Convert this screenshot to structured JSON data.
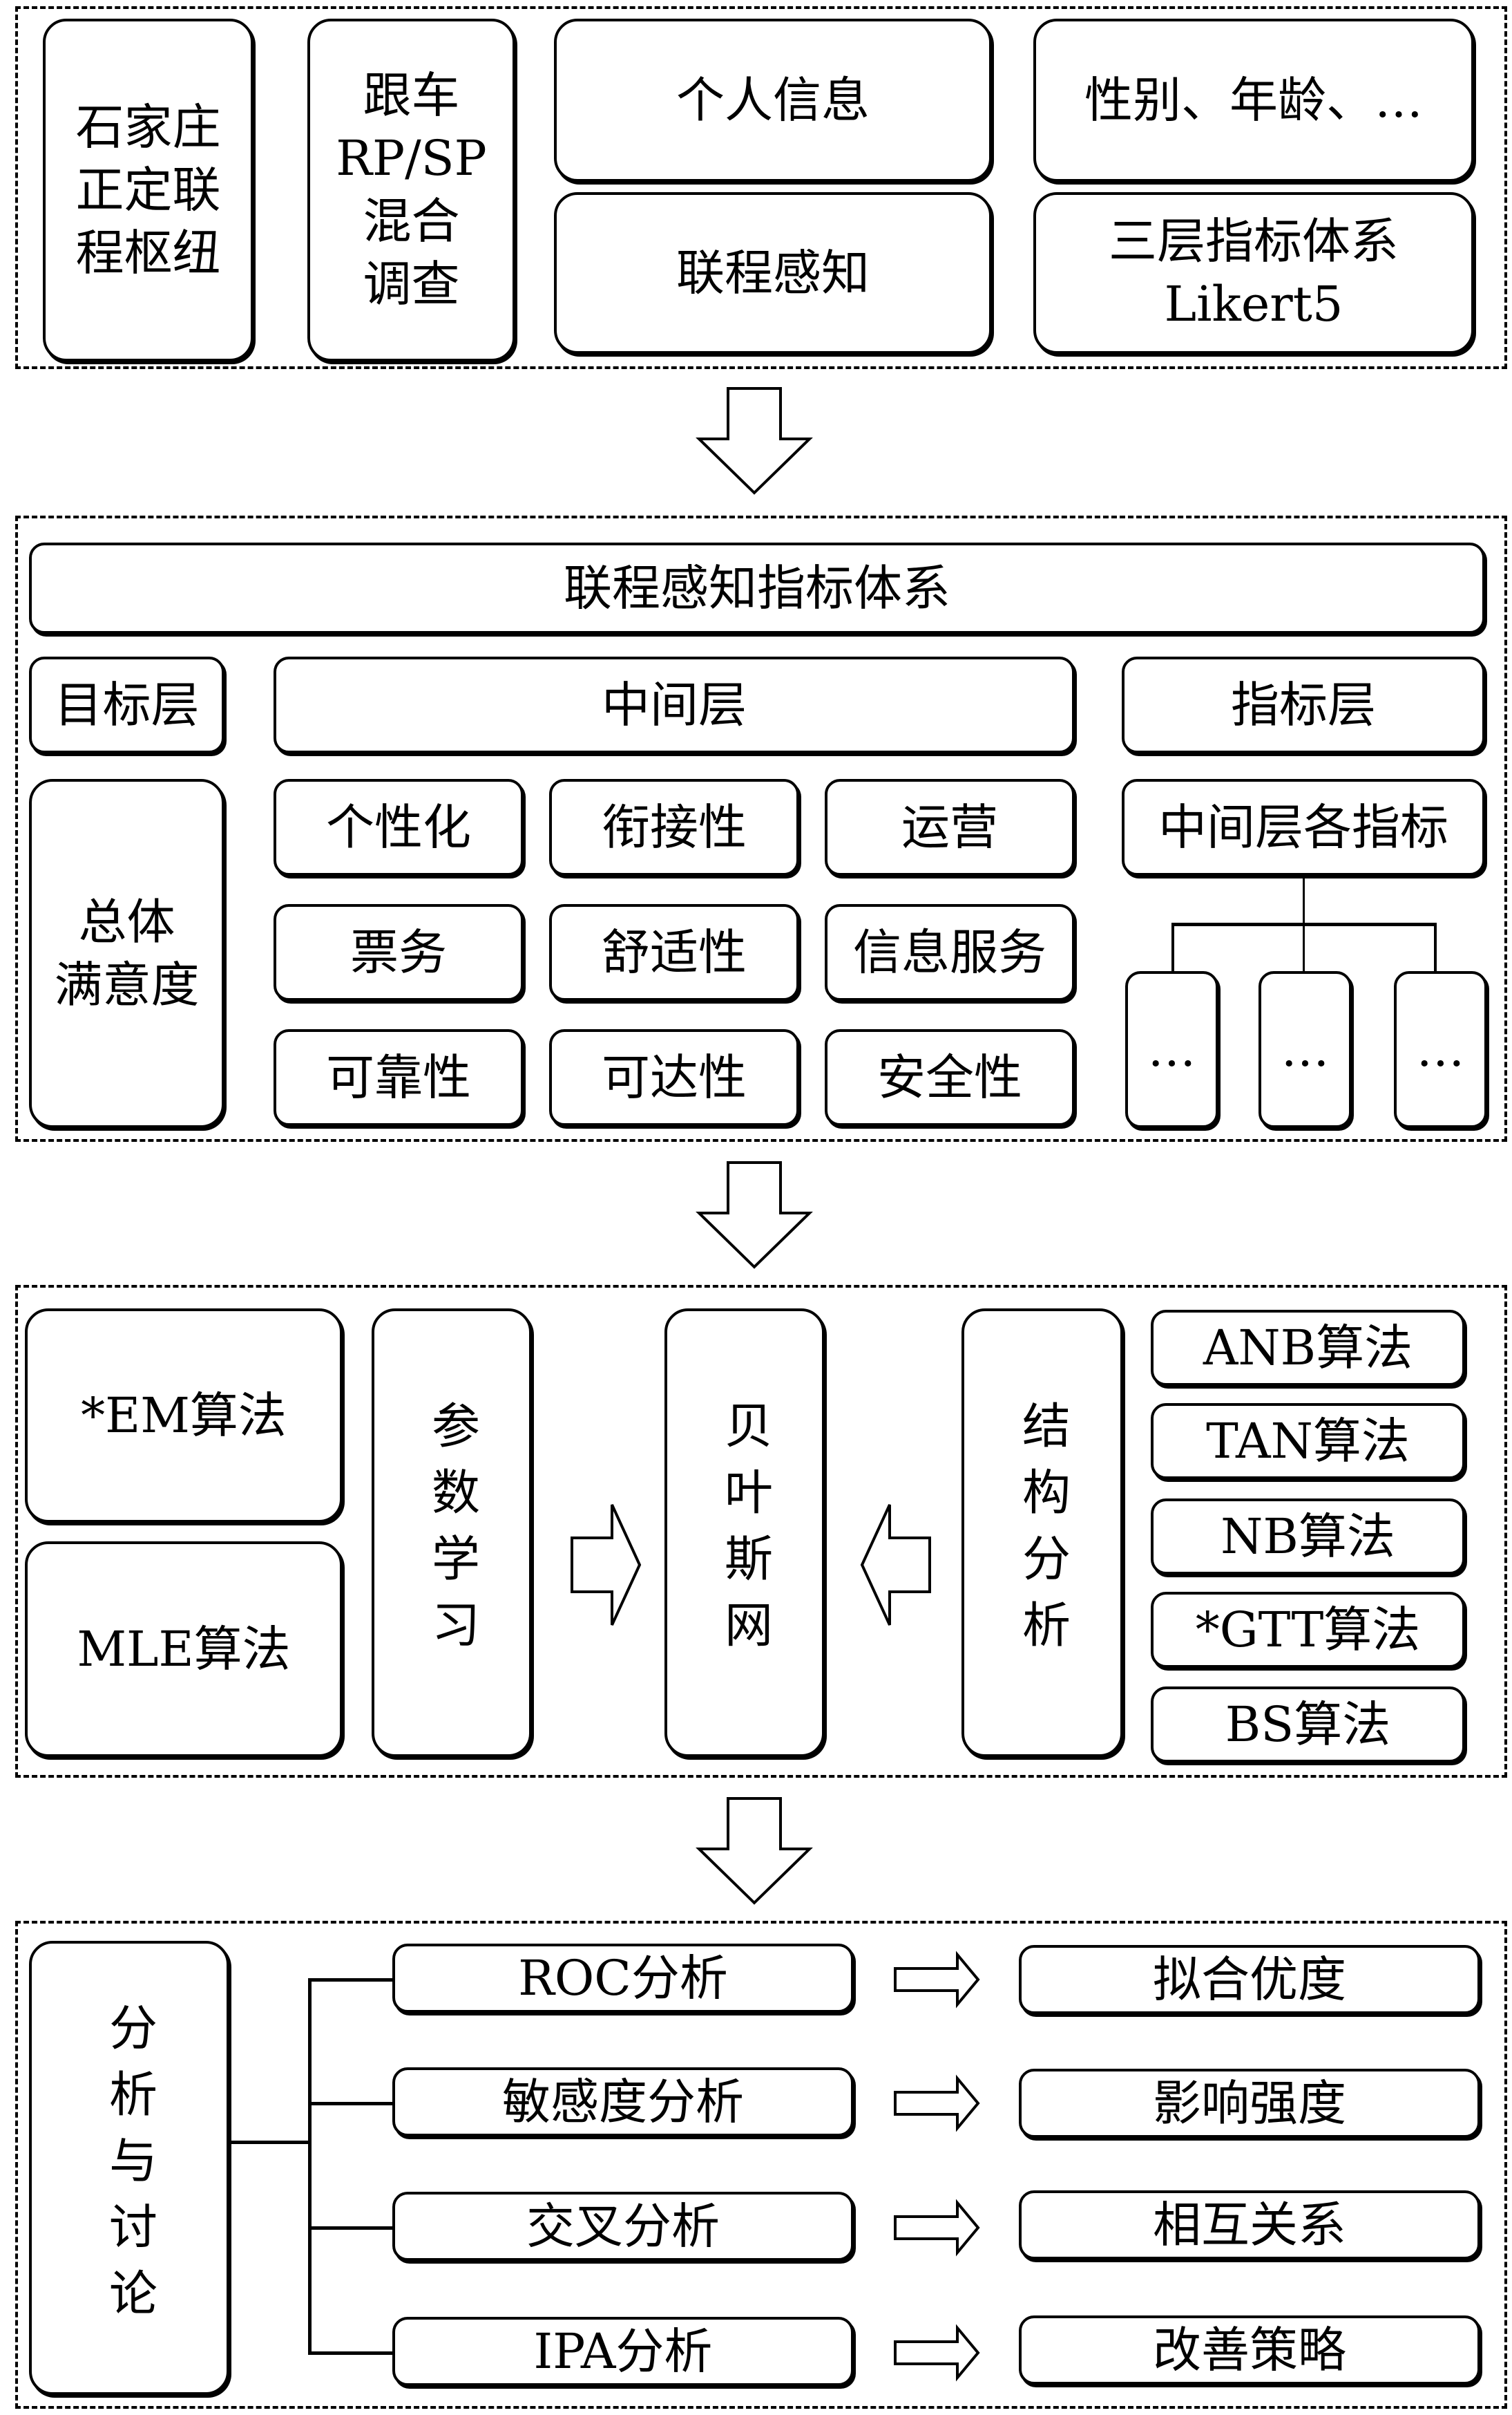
{
  "panel_survey": {
    "hub": [
      "石家庄",
      "正定联",
      "程枢纽"
    ],
    "method": [
      "跟车",
      "RP/SP",
      "混合",
      "调查"
    ],
    "personal_info": "个人信息",
    "personal_detail": "性别、年龄、…",
    "perception": "联程感知",
    "perception_detail": [
      "三层指标体系",
      "Likert5"
    ]
  },
  "panel_index": {
    "title": "联程感知指标体系",
    "goal_layer": "目标层",
    "middle_layer": "中间层",
    "indicator_layer": "指标层",
    "goal": [
      "总体",
      "满意度"
    ],
    "middle_items": [
      "个性化",
      "衔接性",
      "运营",
      "票务",
      "舒适性",
      "信息服务",
      "可靠性",
      "可达性",
      "安全性"
    ],
    "indicator_root": "中间层各指标",
    "indicator_leaves": [
      "…",
      "…",
      "…"
    ]
  },
  "panel_bn": {
    "param_algos": [
      "*EM算法",
      "MLE算法"
    ],
    "param_learning": "参数学习",
    "bn": "贝叶斯网",
    "structure": "结构分析",
    "struct_algos": [
      "ANB算法",
      "TAN算法",
      "NB算法",
      "*GTT算法",
      "BS算法"
    ]
  },
  "panel_analysis": {
    "root": "分析与讨论",
    "methods": [
      "ROC分析",
      "敏感度分析",
      "交叉分析",
      "IPA分析"
    ],
    "results": [
      "拟合优度",
      "影响强度",
      "相互关系",
      "改善策略"
    ]
  }
}
